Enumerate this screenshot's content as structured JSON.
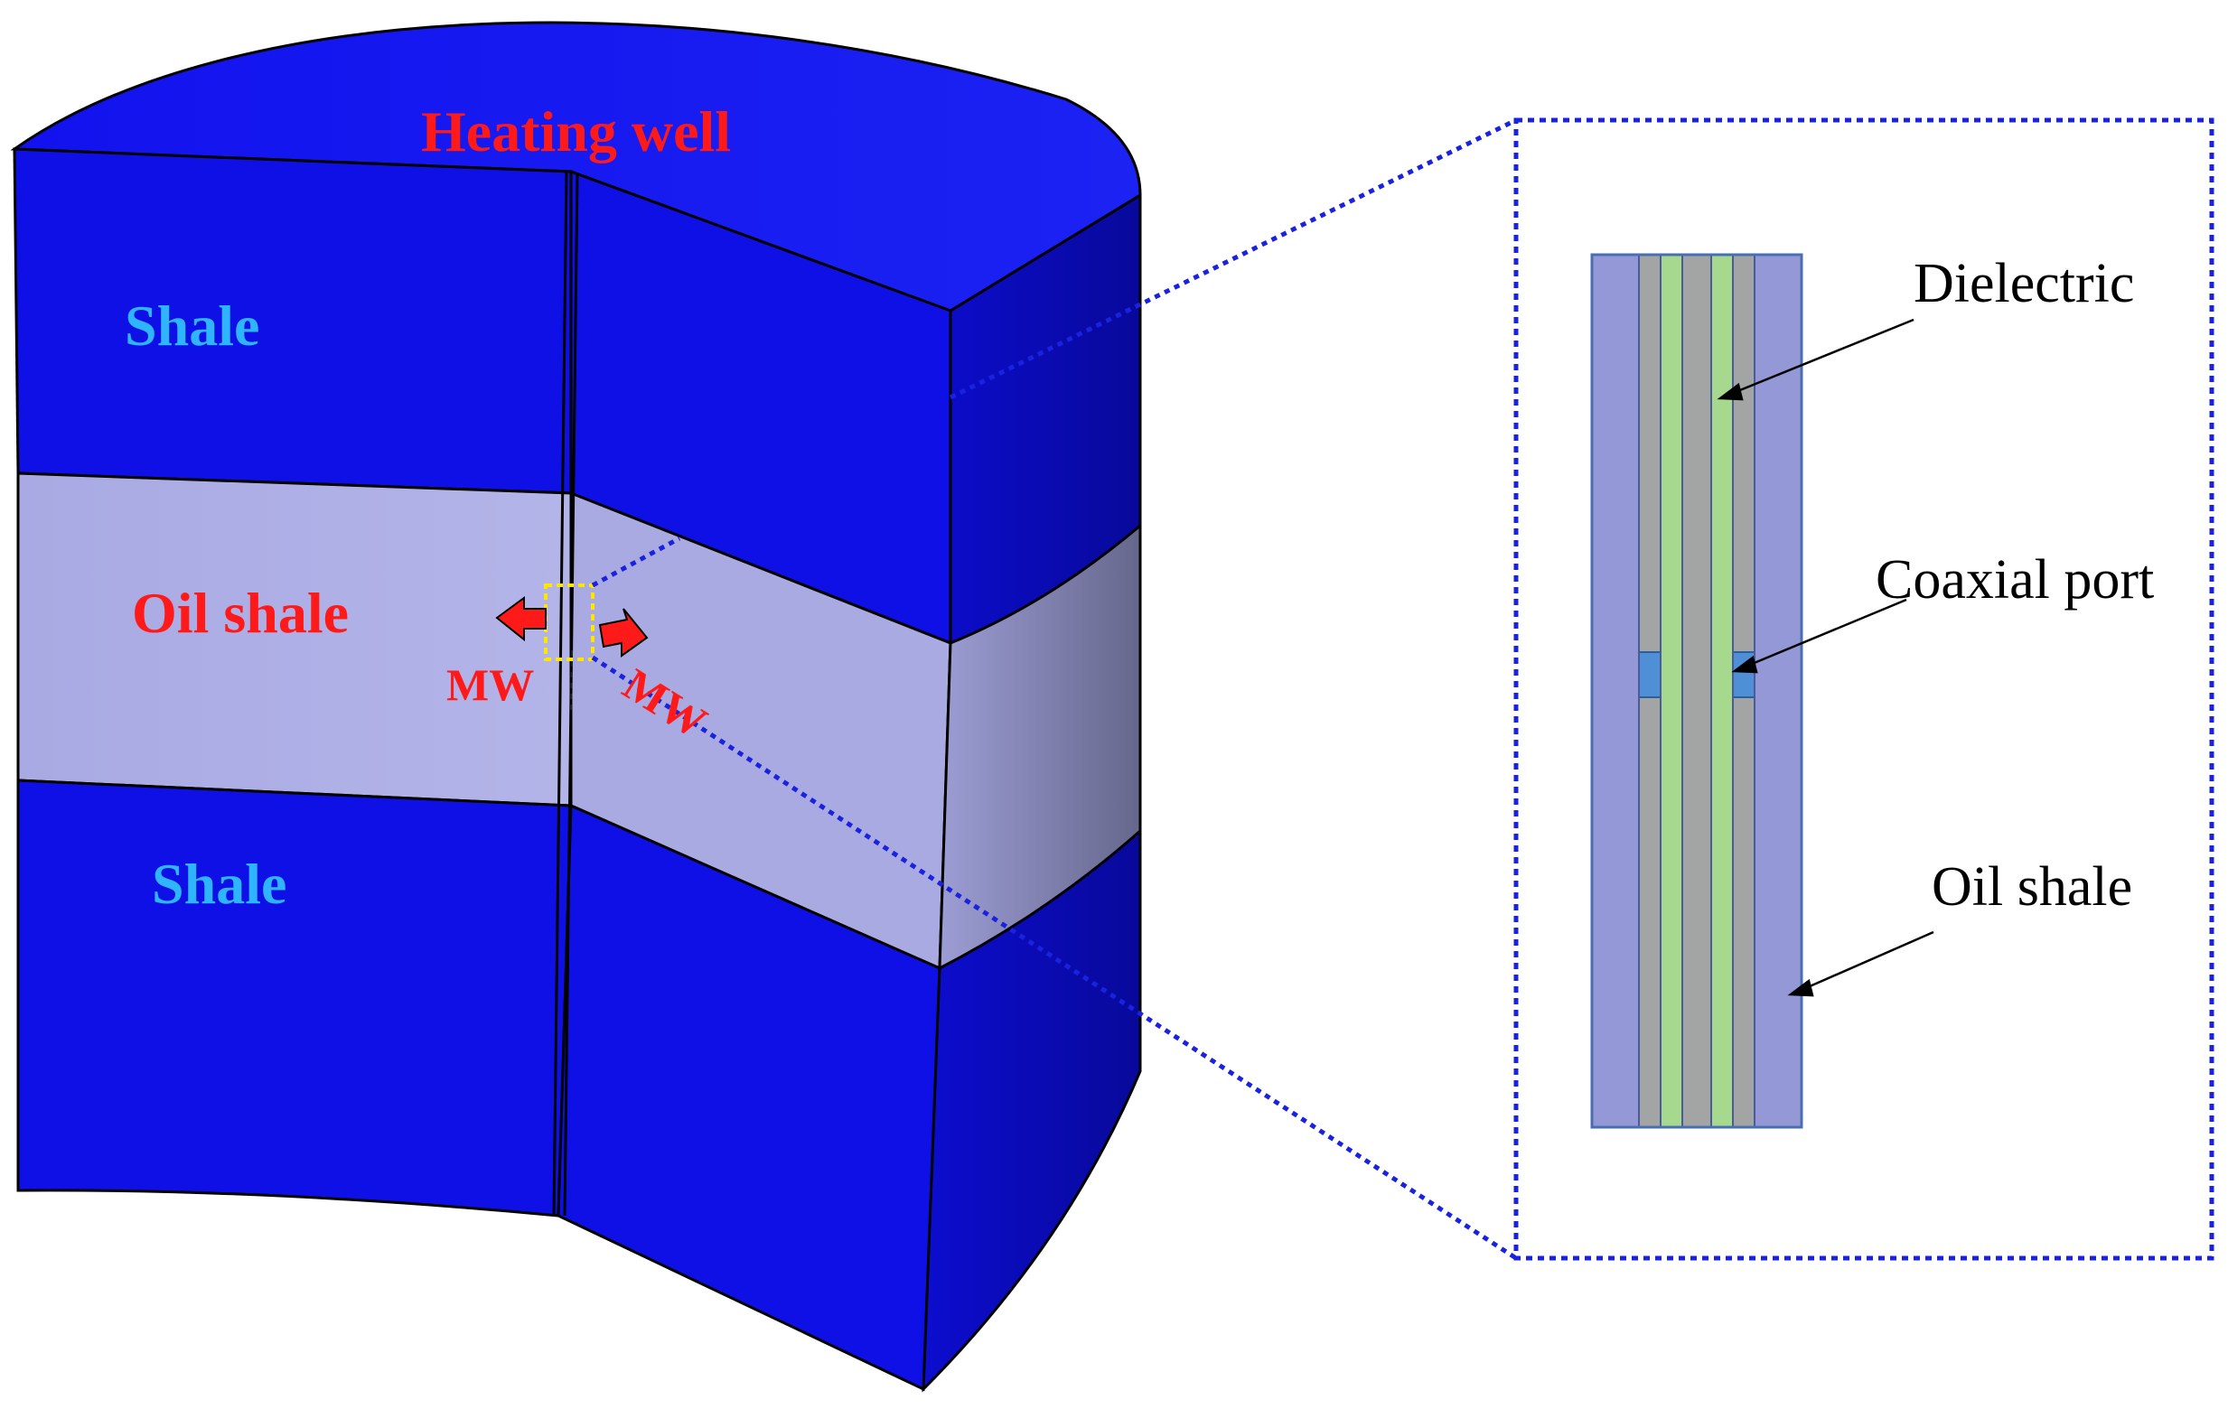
{
  "labels": {
    "heating_well": "Heating well",
    "shale_top": "Shale",
    "oil_shale": "Oil shale",
    "shale_bottom": "Shale",
    "mw_left": "MW",
    "mw_right": "MW"
  },
  "inset": {
    "dielectric": "Dielectric",
    "coaxial_port": "Coaxial port",
    "oil_shale": "Oil shale"
  },
  "colors": {
    "shale": "#0f10e6",
    "shale_dark": "#0a0bb0",
    "oil_shale": "#a9aae2",
    "oil_shale_side": "#6c6d92",
    "label_red": "#ff1a1a",
    "label_cyan": "#2fb4ff",
    "dotted_blue": "#1a22e0",
    "inset_oil_shale": "#9598d6",
    "inset_conductor": "#a3a4a4",
    "inset_dielectric": "#a6d98e",
    "inset_port": "#4f8fd6",
    "zoom_box": "#ffe600"
  }
}
